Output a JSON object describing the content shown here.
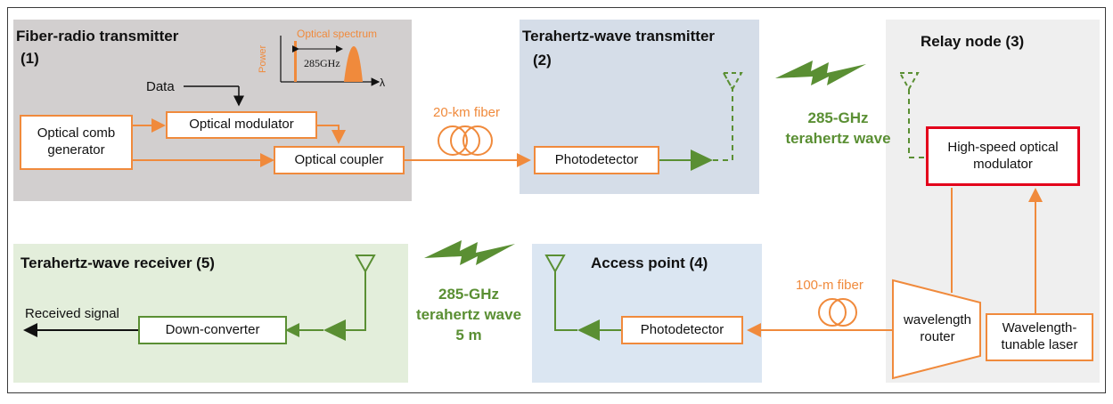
{
  "sections": {
    "fiber_radio_tx": {
      "title": "Fiber-radio transmitter",
      "num": "(1)"
    },
    "thz_tx": {
      "title": "Terahertz-wave transmitter",
      "num": "(2)"
    },
    "relay": {
      "title": "Relay node  (3)"
    },
    "access": {
      "title": "Access point (4)"
    },
    "thz_rx": {
      "title": "Terahertz-wave receiver (5)"
    }
  },
  "blocks": {
    "comb": "Optical comb generator",
    "modulator": "Optical modulator",
    "coupler": "Optical coupler",
    "pd_tx": "Photodetector",
    "hs_mod": "High-speed optical modulator",
    "router": "wavelength router",
    "laser": "Wavelength-tunable laser",
    "pd_ap": "Photodetector",
    "downconv": "Down-converter"
  },
  "labels": {
    "data": "Data",
    "fiber20": "20-km fiber",
    "fiber100": "100-m fiber",
    "received": "Received signal",
    "thz_wave_1": "285-GHz terahertz wave",
    "thz_wave_2": "285-GHz terahertz wave 5 m"
  },
  "spectrum": {
    "title": "Optical spectrum",
    "yaxis": "Power",
    "xaxis": "λ",
    "spacing": "285GHz"
  },
  "colors": {
    "orange": "#f08a3c",
    "green": "#5a8f33",
    "red": "#e3001b",
    "tx_bg": "#d2cfcf",
    "thz_tx_bg": "#d5dde8",
    "relay_bg": "#efefef",
    "access_bg": "#dbe6f2",
    "rx_bg": "#e3eedb"
  }
}
